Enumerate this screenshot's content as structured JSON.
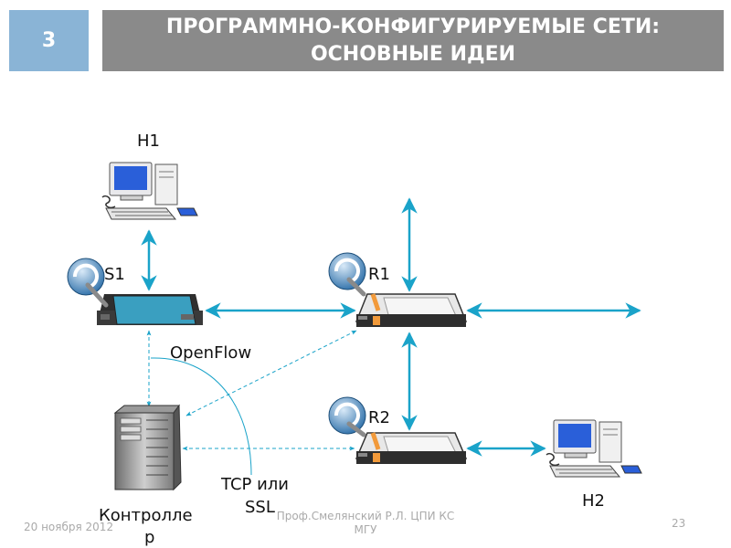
{
  "slide_number": "3",
  "title": {
    "line1": "ПРОГРАММНО-КОНФИГУРИРУЕМЫЕ СЕТИ:",
    "line2": "ОСНОВНЫЕ ИДЕИ"
  },
  "nodes": {
    "h1": "H1",
    "s1": "S1",
    "r1": "R1",
    "r2": "R2",
    "h2": "H2",
    "controller_line1": "Контролле",
    "controller_line2": "р"
  },
  "annotations": {
    "openflow": "OpenFlow",
    "tcp_line1": "TCP или",
    "tcp_line2": "SSL"
  },
  "footer": {
    "date": "20 ноября 2012",
    "author_line1": "Проф.Смелянский Р.Л. ЦПИ КС",
    "author_line2": "МГУ",
    "page": "23"
  },
  "colors": {
    "link": "#1aa3c9",
    "switch_body": "#3a9fc0",
    "router_accent": "#f29a3a"
  }
}
